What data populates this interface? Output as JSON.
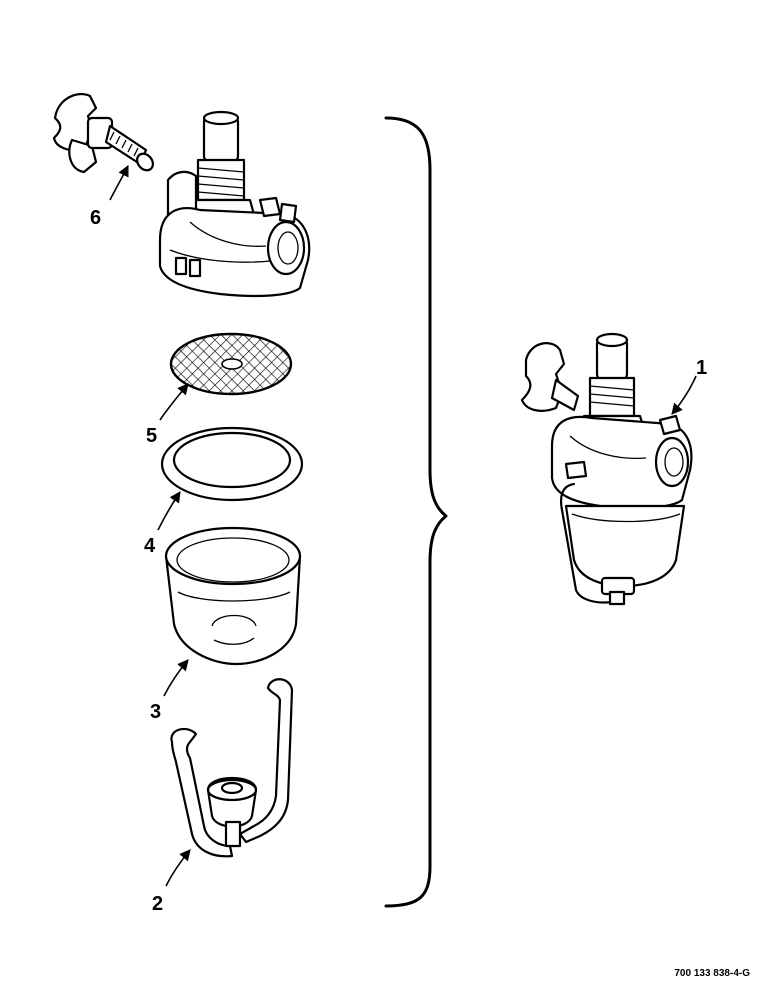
{
  "callouts": {
    "c1": "1",
    "c2": "2",
    "c3": "3",
    "c4": "4",
    "c5": "5",
    "c6": "6"
  },
  "doc_number": "700 133 838-4-G",
  "parts": [
    {
      "id": "1",
      "name": "assembled-filter"
    },
    {
      "id": "2",
      "name": "bail-and-thumb-nut"
    },
    {
      "id": "3",
      "name": "glass-bowl"
    },
    {
      "id": "4",
      "name": "gasket"
    },
    {
      "id": "5",
      "name": "screen"
    },
    {
      "id": "6",
      "name": "drain-valve"
    }
  ]
}
